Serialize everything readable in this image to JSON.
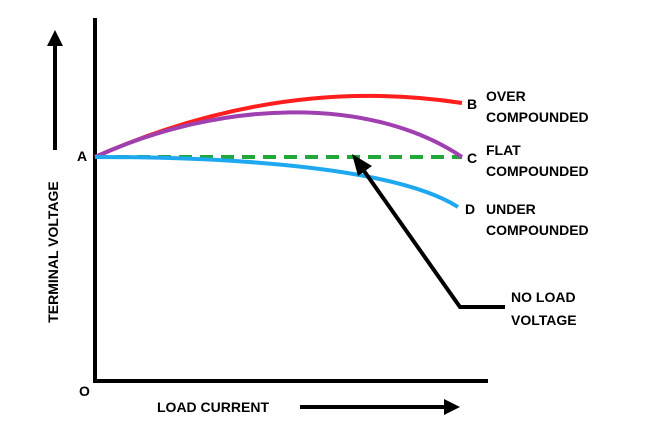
{
  "axes": {
    "x_label": "LOAD CURRENT",
    "y_label": "TERMINAL VOLTAGE",
    "origin_label": "O",
    "start_point_label": "A"
  },
  "curves": [
    {
      "point": "B",
      "label_line1": "OVER",
      "label_line2": "COMPOUNDED",
      "color": "#ff1e1e"
    },
    {
      "point": "C",
      "label_line1": "FLAT",
      "label_line2": "COMPOUNDED",
      "color": "#a040b0"
    },
    {
      "point": "D",
      "label_line1": "UNDER",
      "label_line2": "COMPOUNDED",
      "color": "#1ea8f0"
    }
  ],
  "reference_line": {
    "label_line1": "NO LOAD",
    "label_line2": "VOLTAGE",
    "color": "#22a83a"
  }
}
